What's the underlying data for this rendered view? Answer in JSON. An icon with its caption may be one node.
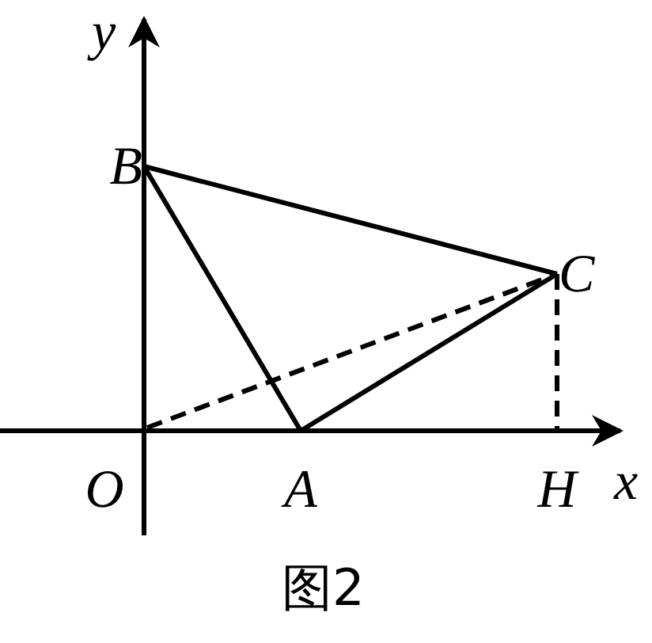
{
  "diagram": {
    "caption": "图2",
    "nodes": [
      {
        "text": [
          "B"
        ]
      },
      {
        "text": [
          "C"
        ]
      },
      {
        "text": [
          "O"
        ]
      },
      {
        "text": [
          "A"
        ]
      },
      {
        "text": [
          "H"
        ]
      }
    ],
    "edges": [
      {
        "from": 0,
        "to": 3,
        "arrow": "none"
      },
      {
        "from": 0,
        "to": 1,
        "arrow": "none"
      },
      {
        "from": 3,
        "to": 1,
        "arrow": "none"
      },
      {
        "from": 2,
        "to": 1,
        "arrow": "none",
        "style": "dashed"
      },
      {
        "from": 1,
        "to": 4,
        "arrow": "none",
        "style": "dashed"
      }
    ],
    "labels": [
      "y",
      "x"
    ]
  }
}
